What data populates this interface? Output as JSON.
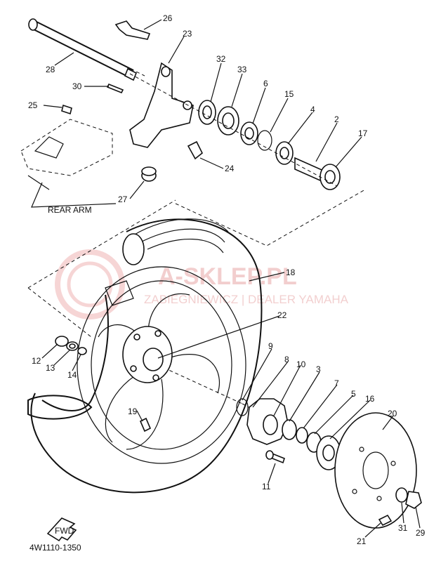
{
  "diagram": {
    "catalog_code": "4W1110-1350",
    "rear_arm_label": "REAR ARM",
    "fwd_label": "FWD",
    "watermark": {
      "brand": "A-SKLEP.PL",
      "dealer": "ZABIEGNIEWICZ | DEALER YAMAHA"
    },
    "callouts": [
      "26",
      "23",
      "28",
      "32",
      "33",
      "6",
      "15",
      "4",
      "2",
      "17",
      "30",
      "25",
      "24",
      "27",
      "18",
      "22",
      "9",
      "8",
      "10",
      "3",
      "7",
      "5",
      "16",
      "20",
      "12",
      "13",
      "14",
      "19",
      "11",
      "31",
      "29",
      "21"
    ]
  }
}
